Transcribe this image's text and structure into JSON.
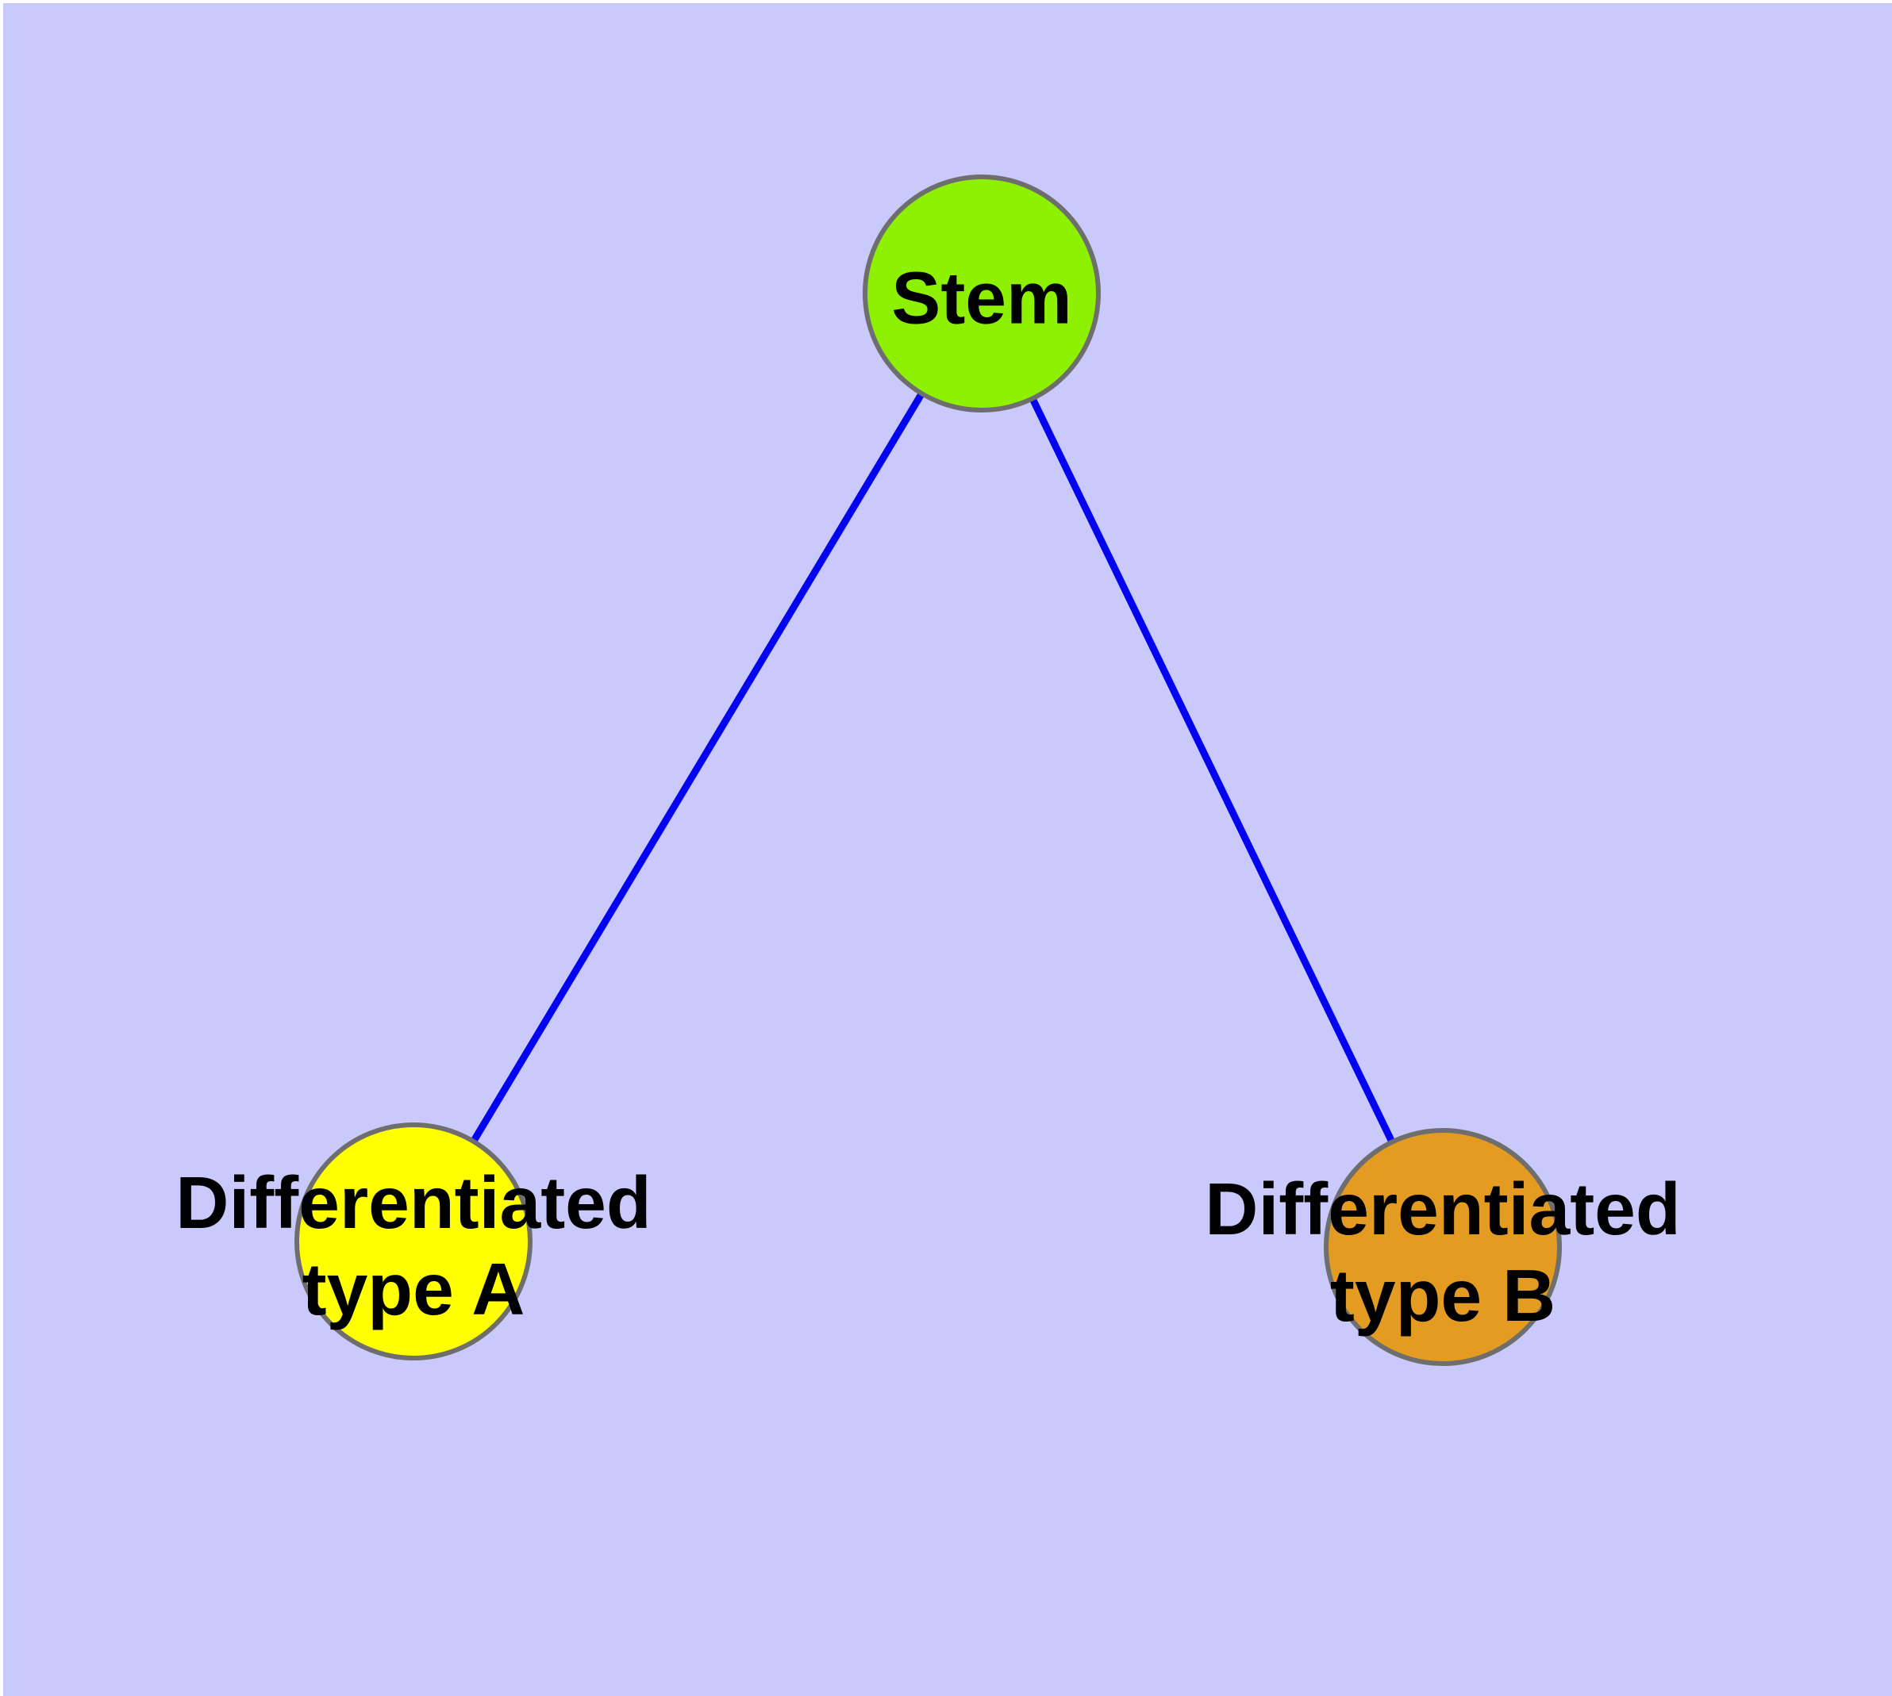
{
  "diagram": {
    "description": "Stem cell differentiation graph",
    "background_color": "#C9C9FB",
    "page_margin_color": "#FFFFFF",
    "edge_color": "#0303F2",
    "node_border_color": "#6E6E6E",
    "label_text_color": "#000000",
    "nodes": [
      {
        "id": "stem",
        "label": "Stem",
        "fill_color": "#8DF101",
        "shape": "circle"
      },
      {
        "id": "differentiated-type-a",
        "label": "Differentiated type A",
        "label_lines": [
          "Differentiated",
          "type A"
        ],
        "fill_color": "#FFFF00",
        "shape": "circle"
      },
      {
        "id": "differentiated-type-b",
        "label": "Differentiated type B",
        "label_lines": [
          "Differentiated",
          "type B"
        ],
        "fill_color": "#E39B21",
        "shape": "circle"
      }
    ],
    "edges": [
      {
        "from": "Stem",
        "to": "Differentiated type A",
        "style": "solid-line-no-arrow"
      },
      {
        "from": "Stem",
        "to": "Differentiated type B",
        "style": "solid-line-no-arrow"
      }
    ]
  }
}
